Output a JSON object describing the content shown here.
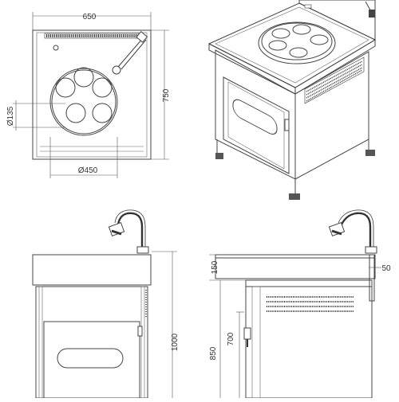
{
  "views": {
    "top": {
      "label": "top-view"
    },
    "iso": {
      "label": "isometric-view"
    },
    "front": {
      "label": "front-view"
    },
    "side": {
      "label": "side-view"
    }
  },
  "dimensions": {
    "width_650": "650",
    "depth_750": "750",
    "hole_135": "Ø135",
    "basin_450": "Ø450",
    "top_150": "150",
    "tap_50": "50",
    "height_1000": "1000",
    "height_850": "850",
    "height_700": "700"
  },
  "colors": {
    "line": "#444444",
    "hatch": "#333333",
    "background": "#ffffff"
  }
}
